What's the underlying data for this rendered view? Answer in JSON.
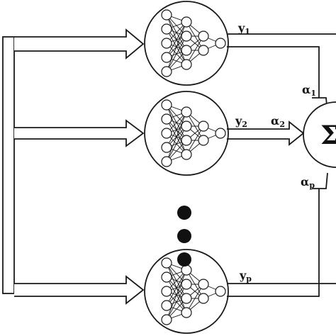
{
  "diagram": {
    "networks": [
      {
        "output": "y",
        "output_sub": "1"
      },
      {
        "output": "y",
        "output_sub": "2"
      },
      {
        "output": "y",
        "output_sub": "p"
      }
    ],
    "weights": [
      {
        "symbol": "α",
        "sub": "1"
      },
      {
        "symbol": "α",
        "sub": "2"
      },
      {
        "symbol": "α",
        "sub": "p"
      }
    ],
    "summation_symbol": "Σ",
    "ellipsis_dots": 3,
    "colors": {
      "stroke": "#1a1a1a",
      "background": "#ffffff",
      "dot": "#111111"
    }
  }
}
